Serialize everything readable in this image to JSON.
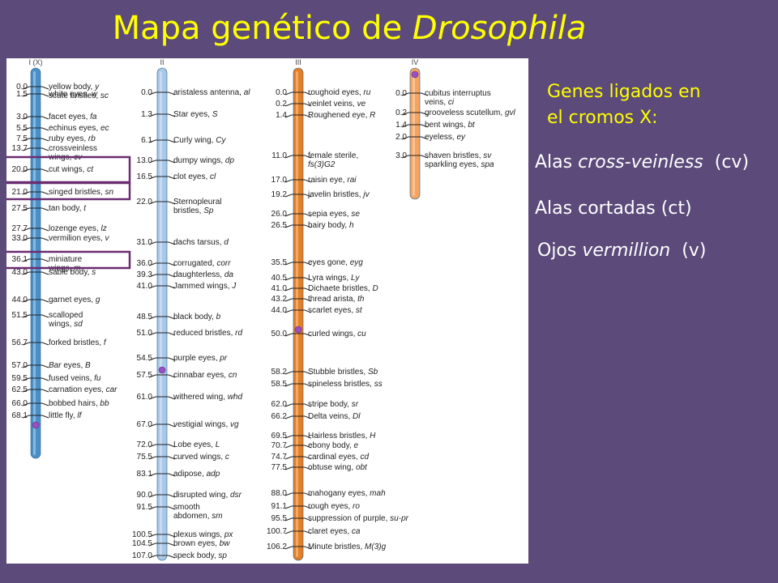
{
  "slide": {
    "title_plain": "Mapa genético de ",
    "title_italic": "Drosophila",
    "note_line1": "Genes ligados en",
    "note_line2": "el cromos X:",
    "traits": [
      {
        "prefix": "Alas ",
        "italic": "cross-veinless",
        "suffix": "  (cv)"
      },
      {
        "prefix": "Alas cortadas (ct)",
        "italic": "",
        "suffix": ""
      },
      {
        "prefix": "Ojos ",
        "italic": "vermillion",
        "suffix": "  (v)"
      }
    ]
  },
  "colors": {
    "chrX": "#4a90c8",
    "chrII": "#a8c8e8",
    "chrIII": "#e67e22",
    "chrIV": "#f4a460",
    "highlight": "#6a2c70",
    "centromere": "#9b4fc4"
  },
  "chromosomes": [
    {
      "label": "I (X)",
      "loci": [
        {
          "pos": "0.0",
          "lines": [
            "yellow body, |y|",
            "scute bristles, |sc|"
          ]
        },
        {
          "pos": "1.5",
          "lines": [
            "white eyes, |w|"
          ]
        },
        {
          "pos": "3.0",
          "lines": [
            "facet eyes, |fa|"
          ]
        },
        {
          "pos": "5.5",
          "lines": [
            "echinus eyes, |ec|"
          ]
        },
        {
          "pos": "7.5",
          "lines": [
            "ruby eyes, |rb|"
          ]
        },
        {
          "pos": "13.7",
          "lines": [
            "crossveinless",
            "wings, |cv|"
          ]
        },
        {
          "pos": "20.0",
          "lines": [
            "cut wings, |ct|"
          ]
        },
        {
          "pos": "21.0",
          "lines": [
            "singed bristles, |sn|"
          ]
        },
        {
          "pos": "27.5",
          "lines": [
            "tan body, |t|"
          ]
        },
        {
          "pos": "27.7",
          "lines": [
            "lozenge eyes, |lz|"
          ]
        },
        {
          "pos": "33.0",
          "lines": [
            "vermilion eyes, |v|"
          ]
        },
        {
          "pos": "36.1",
          "lines": [
            "miniature",
            "wings, |m|"
          ]
        },
        {
          "pos": "43.0",
          "lines": [
            "sable body, |s|"
          ]
        },
        {
          "pos": "44.0",
          "lines": [
            "garnet eyes, |g|"
          ]
        },
        {
          "pos": "51.5",
          "lines": [
            "scalloped",
            "wings, |sd|"
          ]
        },
        {
          "pos": "56.7",
          "lines": [
            "forked bristles, |f|"
          ]
        },
        {
          "pos": "57.0",
          "lines": [
            "|Bar| eyes, |B|"
          ]
        },
        {
          "pos": "59.5",
          "lines": [
            "fused veins, |fu|"
          ]
        },
        {
          "pos": "62.5",
          "lines": [
            "carnation eyes, |car|"
          ]
        },
        {
          "pos": "66.0",
          "lines": [
            "bobbed hairs, |bb|"
          ]
        },
        {
          "pos": "68.1",
          "lines": [
            "little fly, |lf|"
          ]
        }
      ]
    },
    {
      "label": "II",
      "loci": [
        {
          "pos": "0.0",
          "lines": [
            "aristaless antenna, |al|"
          ]
        },
        {
          "pos": "1.3",
          "lines": [
            "Star eyes, |S|"
          ]
        },
        {
          "pos": "6.1",
          "lines": [
            "Curly wing, |Cy|"
          ]
        },
        {
          "pos": "13.0",
          "lines": [
            "dumpy wings, |dp|"
          ]
        },
        {
          "pos": "16.5",
          "lines": [
            "clot eyes, |cl|"
          ]
        },
        {
          "pos": "22.0",
          "lines": [
            "Sternopleural",
            "bristles, |Sp|"
          ]
        },
        {
          "pos": "31.0",
          "lines": [
            "dachs tarsus, |d|"
          ]
        },
        {
          "pos": "36.0",
          "lines": [
            "corrugated, |corr|"
          ]
        },
        {
          "pos": "39.3",
          "lines": [
            "daughterless, |da|"
          ]
        },
        {
          "pos": "41.0",
          "lines": [
            "Jammed wings, |J|"
          ]
        },
        {
          "pos": "48.5",
          "lines": [
            "black body, |b|"
          ]
        },
        {
          "pos": "51.0",
          "lines": [
            "reduced bristles, |rd|"
          ]
        },
        {
          "pos": "54.5",
          "lines": [
            "purple eyes, |pr|"
          ]
        },
        {
          "pos": "57.5",
          "lines": [
            "cinnabar eyes, |cn|"
          ]
        },
        {
          "pos": "61.0",
          "lines": [
            "withered wing, |whd|"
          ]
        },
        {
          "pos": "67.0",
          "lines": [
            "vestigial wings, |vg|"
          ]
        },
        {
          "pos": "72.0",
          "lines": [
            "Lobe eyes, |L|"
          ]
        },
        {
          "pos": "75.5",
          "lines": [
            "curved wings, |c|"
          ]
        },
        {
          "pos": "83.1",
          "lines": [
            "adipose, |adp|"
          ]
        },
        {
          "pos": "90.0",
          "lines": [
            "disrupted wing, |dsr|"
          ]
        },
        {
          "pos": "91.5",
          "lines": [
            "smooth",
            "abdomen, |sm|"
          ]
        },
        {
          "pos": "100.5",
          "lines": [
            "plexus wings, |px|"
          ]
        },
        {
          "pos": "104.5",
          "lines": [
            "brown eyes, |bw|"
          ]
        },
        {
          "pos": "107.0",
          "lines": [
            "speck body, |sp|"
          ]
        }
      ]
    },
    {
      "label": "III",
      "loci": [
        {
          "pos": "0.0",
          "lines": [
            "roughoid eyes, |ru|"
          ]
        },
        {
          "pos": "0.2",
          "lines": [
            "veinlet veins, |ve|"
          ]
        },
        {
          "pos": "1.4",
          "lines": [
            "Roughened eye, |R|"
          ]
        },
        {
          "pos": "11.0",
          "lines": [
            "female sterile,",
            "|fs(3)G2|"
          ]
        },
        {
          "pos": "17.0",
          "lines": [
            "raisin eye, |rai|"
          ]
        },
        {
          "pos": "19.2",
          "lines": [
            "javelin bristles, |jv|"
          ]
        },
        {
          "pos": "26.0",
          "lines": [
            "sepia eyes, |se|"
          ]
        },
        {
          "pos": "26.5",
          "lines": [
            "hairy body, |h|"
          ]
        },
        {
          "pos": "35.5",
          "lines": [
            "eyes gone, |eyg|"
          ]
        },
        {
          "pos": "40.5",
          "lines": [
            "Lyra wings, |Ly|"
          ]
        },
        {
          "pos": "41.0",
          "lines": [
            "Dichaete bristles, |D|"
          ]
        },
        {
          "pos": "43.2",
          "lines": [
            "thread arista, |th|"
          ]
        },
        {
          "pos": "44.0",
          "lines": [
            "scarlet eyes, |st|"
          ]
        },
        {
          "pos": "50.0",
          "lines": [
            "curled wings, |cu|"
          ]
        },
        {
          "pos": "58.2",
          "lines": [
            "Stubble bristles, |Sb|"
          ]
        },
        {
          "pos": "58.5",
          "lines": [
            "spineless bristles, |ss|"
          ]
        },
        {
          "pos": "62.0",
          "lines": [
            "stripe body, |sr|"
          ]
        },
        {
          "pos": "66.2",
          "lines": [
            "Delta veins, |Dl|"
          ]
        },
        {
          "pos": "69.5",
          "lines": [
            "Hairless bristles, |H|"
          ]
        },
        {
          "pos": "70.7",
          "lines": [
            "ebony body, |e|"
          ]
        },
        {
          "pos": "74.7",
          "lines": [
            "cardinal eyes, |cd|"
          ]
        },
        {
          "pos": "77.5",
          "lines": [
            "obtuse wing, |obt|"
          ]
        },
        {
          "pos": "88.0",
          "lines": [
            "mahogany eyes, |mah|"
          ]
        },
        {
          "pos": "91.1",
          "lines": [
            "rough eyes, |ro|"
          ]
        },
        {
          "pos": "95.5",
          "lines": [
            "suppression of purple, |su-pr|"
          ]
        },
        {
          "pos": "100.7",
          "lines": [
            "claret eyes, |ca|"
          ]
        },
        {
          "pos": "106.2",
          "lines": [
            "Minute bristles, |M(3)g|"
          ]
        }
      ]
    },
    {
      "label": "IV",
      "loci": [
        {
          "pos": "0.0",
          "lines": [
            "cubitus interruptus",
            "veins, |ci|"
          ]
        },
        {
          "pos": "0.2",
          "lines": [
            "grooveless scutellum, |gvl|"
          ]
        },
        {
          "pos": "1.4",
          "lines": [
            "bent wings, |bt|"
          ]
        },
        {
          "pos": "2.0",
          "lines": [
            "eyeless, |ey|"
          ]
        },
        {
          "pos": "3.0",
          "lines": [
            "shaven bristles, |sv|",
            "sparkling eyes, |spa|"
          ]
        }
      ]
    }
  ]
}
